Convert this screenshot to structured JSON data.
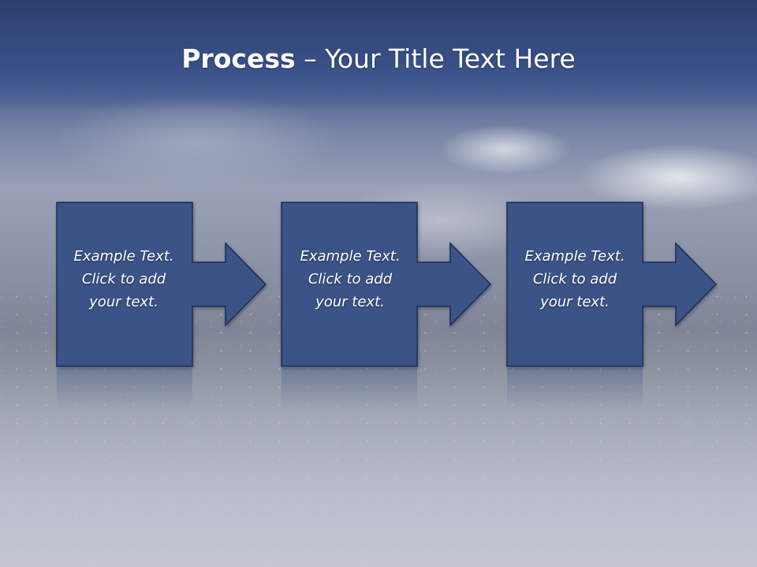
{
  "slide": {
    "title_bold": "Process",
    "title_rest": " – Your Title Text Here"
  },
  "process": {
    "steps": [
      {
        "text": "Example Text.\nClick  to add\nyour text."
      },
      {
        "text": "Example Text.\nClick  to add\nyour text."
      },
      {
        "text": "Example Text.\nClick  to add\nyour text."
      }
    ]
  },
  "colors": {
    "box_fill": "#3a5387",
    "box_stroke": "#1e2f55",
    "title_band": "#2f4470"
  }
}
